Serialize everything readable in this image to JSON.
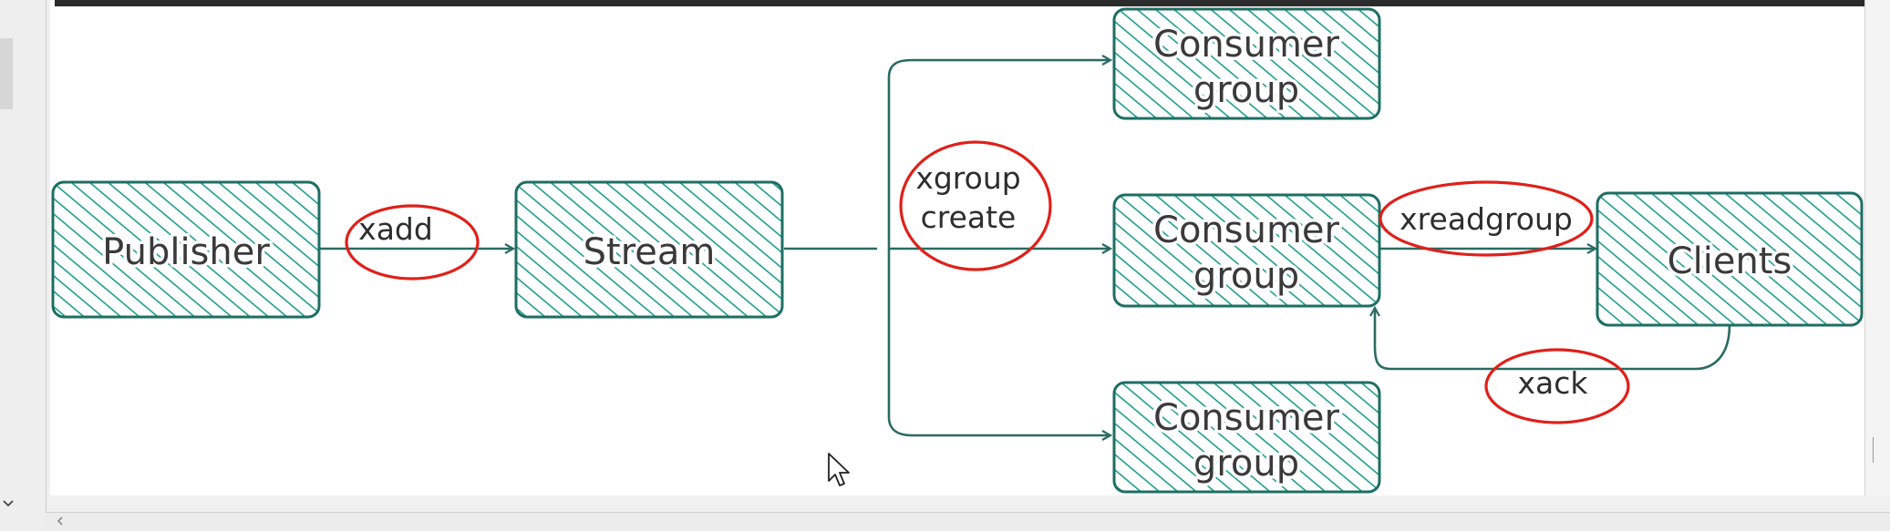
{
  "nodes": {
    "publisher": "Publisher",
    "stream": "Stream",
    "consumer_group_top": [
      "Consumer",
      "group"
    ],
    "consumer_group_middle": [
      "Consumer",
      "group"
    ],
    "consumer_group_bottom": [
      "Consumer",
      "group"
    ],
    "clients": "Clients"
  },
  "edge_labels": {
    "xadd": "xadd",
    "xgroup_create": [
      "xgroup",
      "create"
    ],
    "xreadgroup": "xreadgroup",
    "xack": "xack"
  },
  "colors": {
    "node_fill": "#ffffff",
    "hatch": "#1f9e8d",
    "node_stroke": "#1e6e63",
    "edge": "#2a6b62",
    "annotation_circle": "#e0201a"
  },
  "icons": {
    "cursor": "mouse-pointer-icon",
    "scroll_left": "chevron-left-icon",
    "gutter": "chevron-down-icon"
  }
}
